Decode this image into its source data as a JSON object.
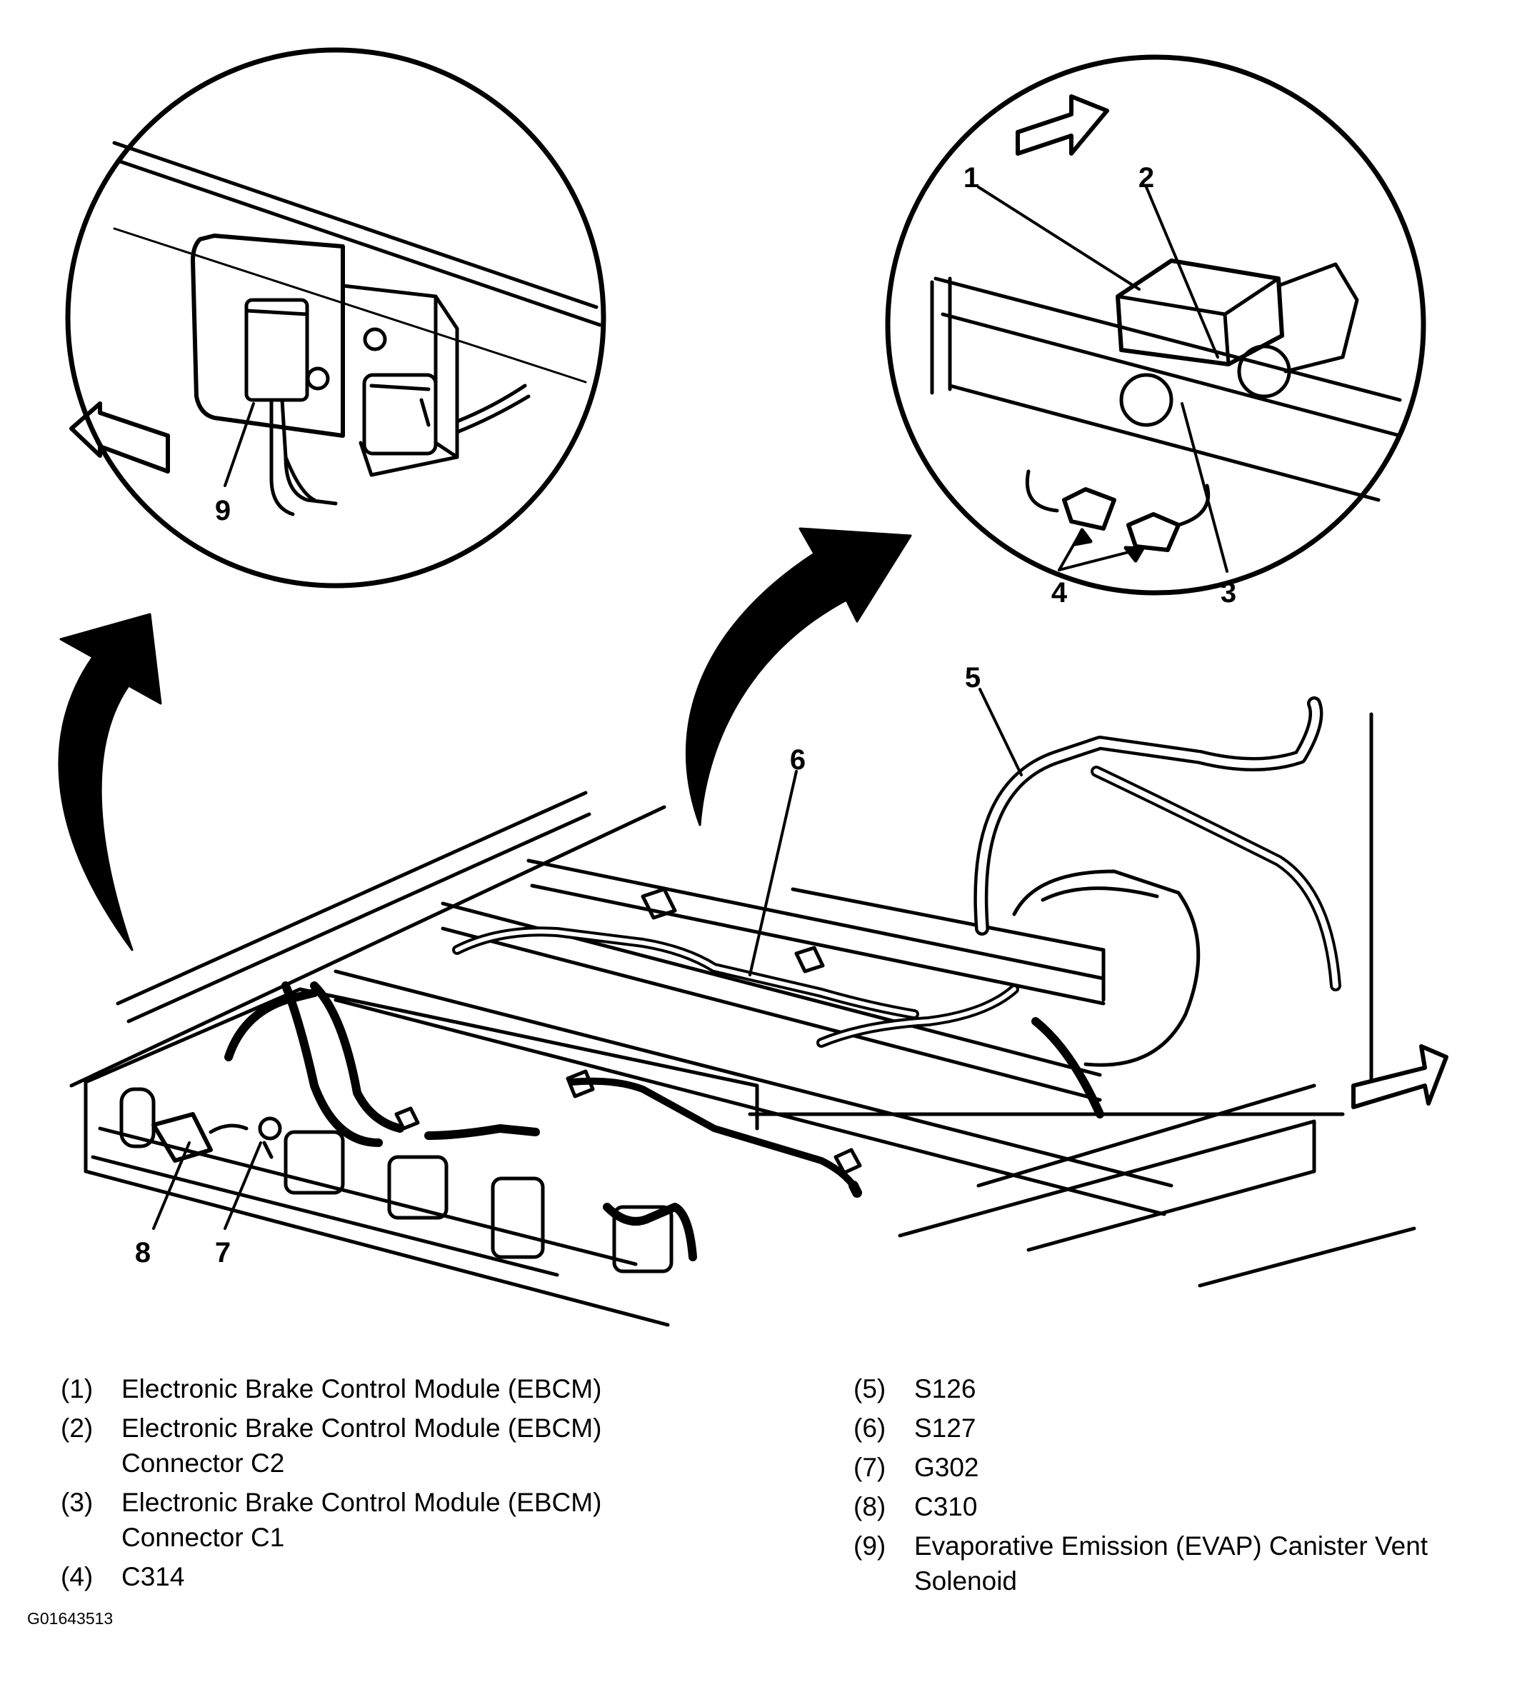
{
  "callouts": {
    "c1": "1",
    "c2": "2",
    "c3": "3",
    "c4": "4",
    "c5": "5",
    "c6": "6",
    "c7": "7",
    "c8": "8",
    "c9": "9"
  },
  "legend": {
    "left": [
      {
        "num": "(1)",
        "text": "Electronic Brake Control Module (EBCM)"
      },
      {
        "num": "(2)",
        "text": "Electronic Brake Control Module (EBCM)",
        "text2": "Connector C2"
      },
      {
        "num": "(3)",
        "text": "Electronic Brake Control Module (EBCM)",
        "text2": "Connector C1"
      },
      {
        "num": "(4)",
        "text": "C314"
      }
    ],
    "right": [
      {
        "num": "(5)",
        "text": "S126"
      },
      {
        "num": "(6)",
        "text": "S127"
      },
      {
        "num": "(7)",
        "text": "G302"
      },
      {
        "num": "(8)",
        "text": "C310"
      },
      {
        "num": "(9)",
        "text": "Evaporative Emission (EVAP) Canister Vent",
        "text2": "Solenoid"
      }
    ]
  },
  "figure_id": "G01643513"
}
